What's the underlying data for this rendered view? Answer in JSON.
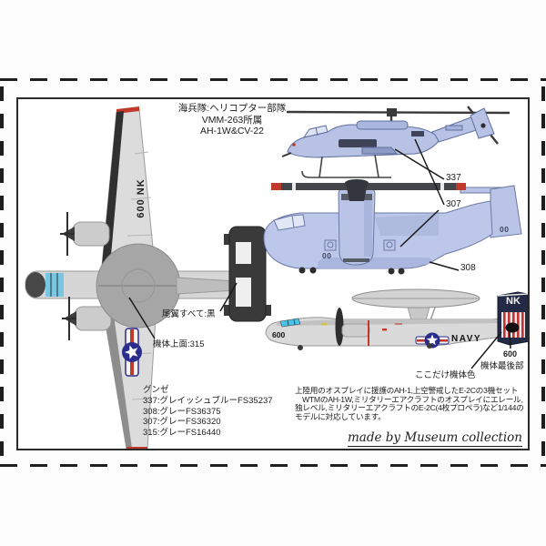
{
  "header_note": {
    "lines": [
      "海兵隊:ヘリコプター部隊",
      "VMM-263所属",
      "AH-1W&CV-22"
    ]
  },
  "paint_callouts": {
    "c337": "337",
    "c307": "307",
    "c308": "308"
  },
  "annotations": {
    "tail_surfaces": "尾翼すべて:黒",
    "upper_surface": "機体上面:315",
    "only_here_body_color": "ここだけ機体色",
    "rear_number": "600",
    "rear_position": "機体最後部"
  },
  "paint_guide": {
    "brand": "グンゼ",
    "items": [
      "337:グレイッシュブルーFS35237",
      "308:グレーFS36375",
      "307:グレーFS36320",
      "315:グレーFS16440"
    ]
  },
  "description": {
    "lines": [
      "上陸用のオスプレイに援護のAH-1,上空警戒したE-2Cの3機セット",
      "WTMのAH-1W,ミリタリーエアクラフトのオスプレイにエレール,",
      "独レベル,ミリタリーエアクラフトのE-2C(4枚プロペラ)など1/144の",
      "モデルに対応しています。"
    ]
  },
  "signature": "made by Museum collection",
  "markings": {
    "topview_wing_code": "600 NK",
    "e2c_nose_number": "600",
    "e2c_service": "NAVY",
    "e2c_tail_code": "NK",
    "v22_fuselage_code": "00",
    "v22_fin_code": "00"
  },
  "colors": {
    "aircraft_blue": "#bcc7ea",
    "aircraft_gray": "#dadada",
    "rotor_dark": "#42454a",
    "tail_navy": "#222a45",
    "insignia_blue": "#2b2d8e",
    "warning_red": "#c0392b"
  }
}
